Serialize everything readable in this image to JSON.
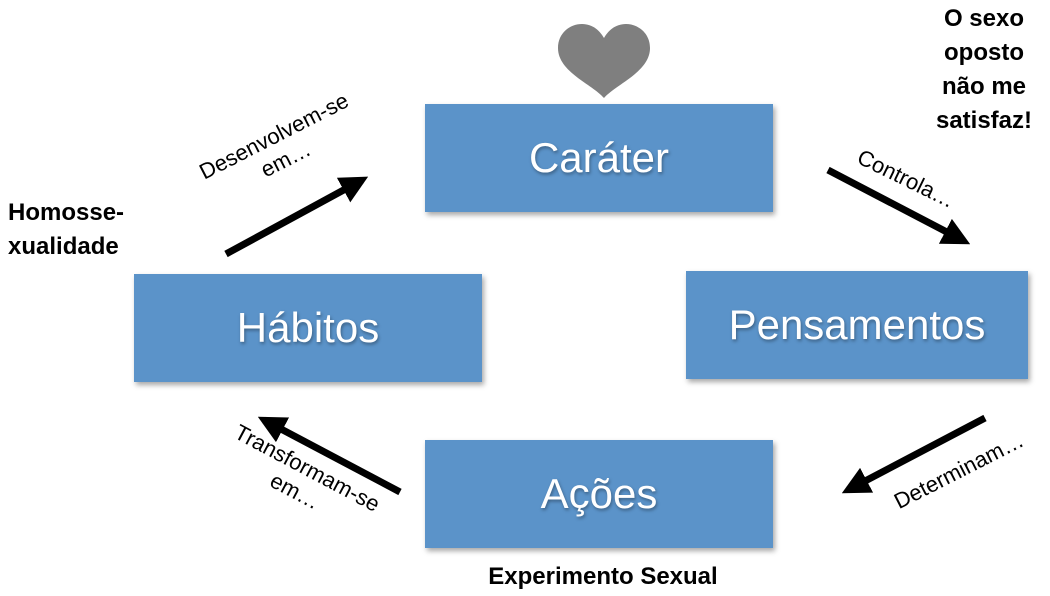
{
  "nodes": {
    "carater": "Caráter",
    "habitos": "Hábitos",
    "pensamentos": "Pensamentos",
    "acoes": "Ações"
  },
  "edge_labels": {
    "habitos_to_carater": "Desenvolvem-se\nem…",
    "carater_to_pensamentos": "Controla…",
    "pensamentos_to_acoes": "Determinam…",
    "acoes_to_habitos": "Transformam-se\nem…"
  },
  "notes": {
    "top_right": "O sexo\noposto\nnão me\nsatisfaz!",
    "left": "Homosse-\nxualidade",
    "bottom": "Experimento Sexual"
  },
  "colors": {
    "box": "#5b93c9",
    "heart": "#7f7f7f",
    "arrow": "#000000"
  }
}
